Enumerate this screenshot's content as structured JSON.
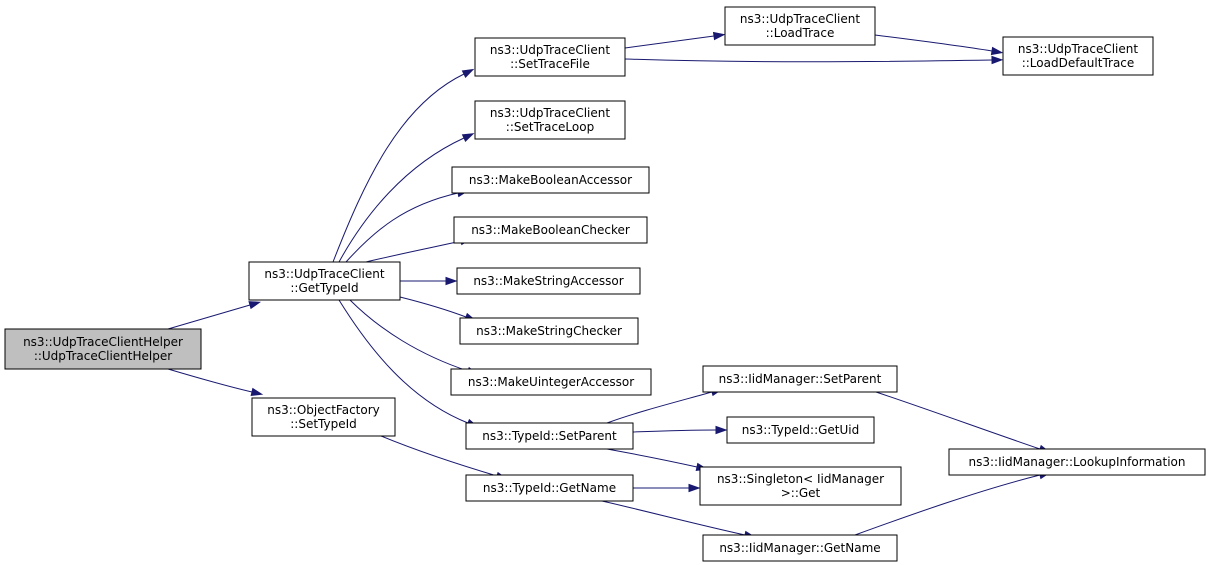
{
  "colors": {
    "edge": "#191970",
    "node_fill": "#ffffff",
    "focus_fill": "#bfbfbf",
    "node_stroke": "#000000"
  },
  "nodes": [
    {
      "id": "helper",
      "lines": [
        "ns3::UdpTraceClientHelper",
        "::UdpTraceClientHelper"
      ],
      "highlight": true
    },
    {
      "id": "gettypeid",
      "lines": [
        "ns3::UdpTraceClient",
        "::GetTypeId"
      ]
    },
    {
      "id": "settypeid",
      "lines": [
        "ns3::ObjectFactory",
        "::SetTypeId"
      ]
    },
    {
      "id": "settracefile",
      "lines": [
        "ns3::UdpTraceClient",
        "::SetTraceFile"
      ]
    },
    {
      "id": "settraceloop",
      "lines": [
        "ns3::UdpTraceClient",
        "::SetTraceLoop"
      ]
    },
    {
      "id": "mkboolacc",
      "lines": [
        "ns3::MakeBooleanAccessor"
      ]
    },
    {
      "id": "mkboolchk",
      "lines": [
        "ns3::MakeBooleanChecker"
      ]
    },
    {
      "id": "mkstracc",
      "lines": [
        "ns3::MakeStringAccessor"
      ]
    },
    {
      "id": "mkstrchk",
      "lines": [
        "ns3::MakeStringChecker"
      ]
    },
    {
      "id": "mkuintacc",
      "lines": [
        "ns3::MakeUintegerAccessor"
      ]
    },
    {
      "id": "setparent",
      "lines": [
        "ns3::TypeId::SetParent"
      ]
    },
    {
      "id": "getname",
      "lines": [
        "ns3::TypeId::GetName"
      ]
    },
    {
      "id": "loadtrace",
      "lines": [
        "ns3::UdpTraceClient",
        "::LoadTrace"
      ]
    },
    {
      "id": "loaddefault",
      "lines": [
        "ns3::UdpTraceClient",
        "::LoadDefaultTrace"
      ]
    },
    {
      "id": "iidsetparent",
      "lines": [
        "ns3::IidManager::SetParent"
      ]
    },
    {
      "id": "getuid",
      "lines": [
        "ns3::TypeId::GetUid"
      ]
    },
    {
      "id": "singleton",
      "lines": [
        "ns3::Singleton< IidManager",
        " >::Get"
      ]
    },
    {
      "id": "iidgetname",
      "lines": [
        "ns3::IidManager::GetName"
      ]
    },
    {
      "id": "lookup",
      "lines": [
        "ns3::IidManager::LookupInformation"
      ]
    }
  ],
  "edges": [
    {
      "from": "helper",
      "to": "gettypeid"
    },
    {
      "from": "helper",
      "to": "settypeid"
    },
    {
      "from": "gettypeid",
      "to": "settracefile"
    },
    {
      "from": "gettypeid",
      "to": "settraceloop"
    },
    {
      "from": "gettypeid",
      "to": "mkboolacc"
    },
    {
      "from": "gettypeid",
      "to": "mkboolchk"
    },
    {
      "from": "gettypeid",
      "to": "mkstracc"
    },
    {
      "from": "gettypeid",
      "to": "mkstrchk"
    },
    {
      "from": "gettypeid",
      "to": "mkuintacc"
    },
    {
      "from": "gettypeid",
      "to": "setparent"
    },
    {
      "from": "settypeid",
      "to": "getname"
    },
    {
      "from": "settracefile",
      "to": "loadtrace"
    },
    {
      "from": "settracefile",
      "to": "loaddefault"
    },
    {
      "from": "loadtrace",
      "to": "loaddefault"
    },
    {
      "from": "setparent",
      "to": "iidsetparent"
    },
    {
      "from": "setparent",
      "to": "getuid"
    },
    {
      "from": "setparent",
      "to": "singleton"
    },
    {
      "from": "getname",
      "to": "singleton"
    },
    {
      "from": "getname",
      "to": "iidgetname"
    },
    {
      "from": "iidsetparent",
      "to": "lookup"
    },
    {
      "from": "iidgetname",
      "to": "lookup"
    }
  ]
}
